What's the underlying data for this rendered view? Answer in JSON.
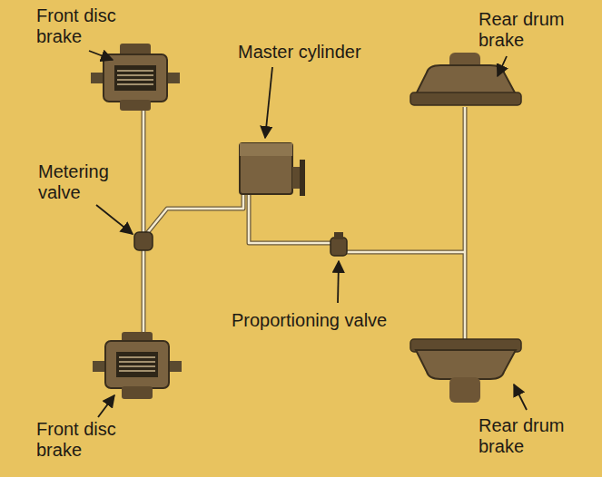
{
  "diagram": {
    "labels": [
      "Front disc brake",
      "Master cylinder",
      "Rear drum brake",
      "Metering valve",
      "Proportioning valve",
      "Front disc brake",
      "Rear drum brake"
    ]
  }
}
